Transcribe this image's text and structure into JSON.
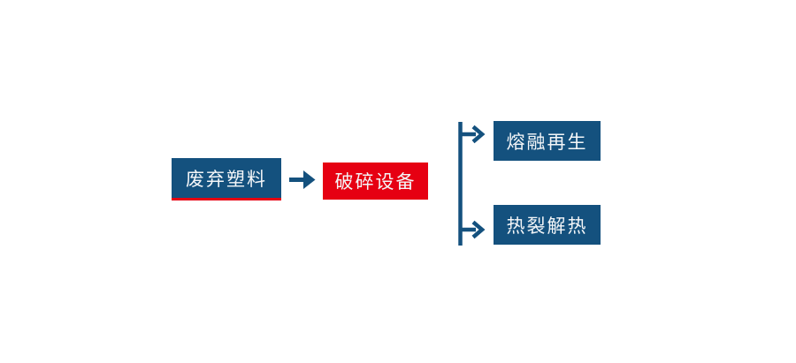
{
  "diagram": {
    "type": "flowchart",
    "nodes": {
      "source": {
        "label": "废弃塑料"
      },
      "process": {
        "label": "破碎设备"
      },
      "branch_top": {
        "label": "熔融再生"
      },
      "branch_bottom": {
        "label": "热裂解热"
      }
    },
    "colors": {
      "node_blue": "#14517E",
      "node_red": "#E60012",
      "connector_blue": "#14517E",
      "label_text": "#F4F6F8",
      "background": "#FFFFFF"
    }
  }
}
